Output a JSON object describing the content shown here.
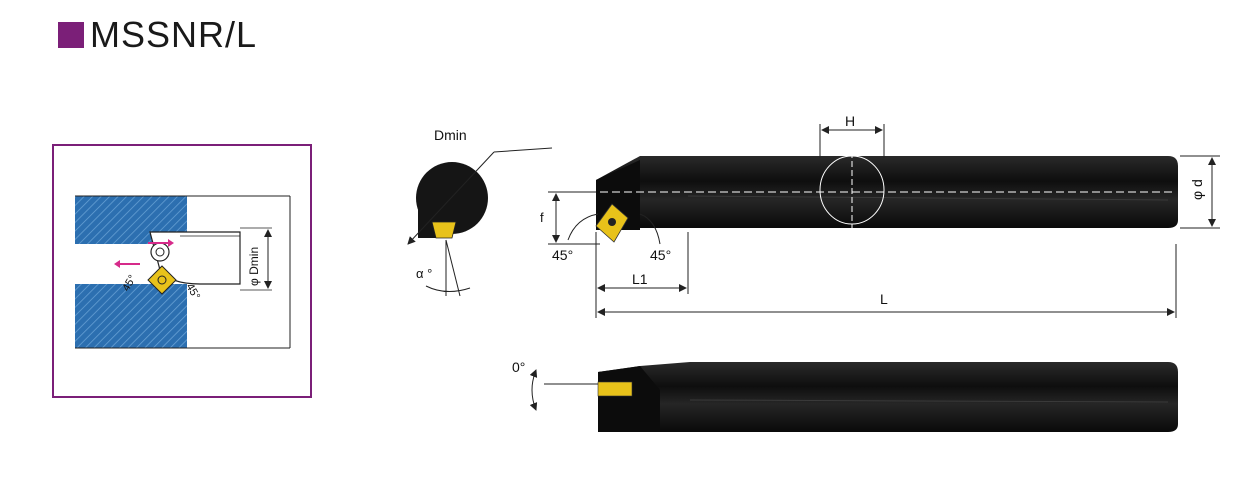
{
  "title": "MSSNR/L",
  "labels": {
    "dmin_top": "Dmin",
    "alpha": "α °",
    "h": "H",
    "f": "f",
    "angle_left": "45°",
    "angle_right": "45°",
    "l1": "L1",
    "l": "L",
    "phi_d": "φ d",
    "zero_deg": "0°",
    "inset_dmin": "φ Dmin",
    "inset_45_a": "45°",
    "inset_45_b": "45°"
  },
  "colors": {
    "accent": "#7b1f78",
    "workpiece": "#2c6fb0",
    "holder": "#151515",
    "insert": "#e8c21a",
    "arrow": "#d62a8a"
  }
}
